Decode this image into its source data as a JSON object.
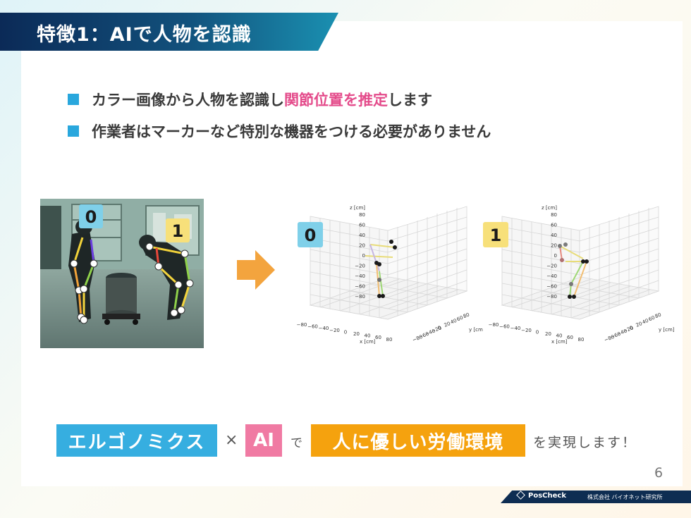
{
  "title": "特徴1：AIで人物を認識",
  "bullets": {
    "b1_pre": "カラー画像から人物を認識し",
    "b1_highlight": "関節位置を推定",
    "b1_post": "します",
    "b2": "作業者はマーカーなど特別な機器をつける必要がありません"
  },
  "person_labels": [
    "0",
    "1"
  ],
  "plot": {
    "axis_x_label": "x [cm]",
    "axis_y_label": "y [cm]",
    "axis_z_label": "z [cm]",
    "ticks_xy": [
      "−80",
      "−60",
      "−40",
      "−20",
      "0",
      "20",
      "40",
      "60",
      "80"
    ],
    "ticks_z": [
      "80",
      "60",
      "40",
      "20",
      "0",
      "−20",
      "−40",
      "−60",
      "−80"
    ]
  },
  "tagline": {
    "ergonomics": "エルゴノミクス",
    "times": "×",
    "ai": "AI",
    "de": "で",
    "workplace": "人に優しい労働環境",
    "tail": "を実現します！"
  },
  "page_number": "6",
  "footer": {
    "brand": "PosCheck",
    "company": "株式会社 バイオネット研究所"
  },
  "colors": {
    "title_bar": "#0b2a57",
    "bullet_square": "#29a7dd",
    "highlight": "#e44b8b",
    "label_0": "#7fd0e9",
    "label_1": "#f7e07a",
    "arrow": "#f3a43e",
    "tag_ergonomics": "#36aee0",
    "tag_ai": "#f07aa3",
    "tag_workplace": "#f5a20e"
  },
  "icons": {
    "arrow": "arrow-right-icon",
    "footer_logo": "poscheck-logo-icon"
  }
}
